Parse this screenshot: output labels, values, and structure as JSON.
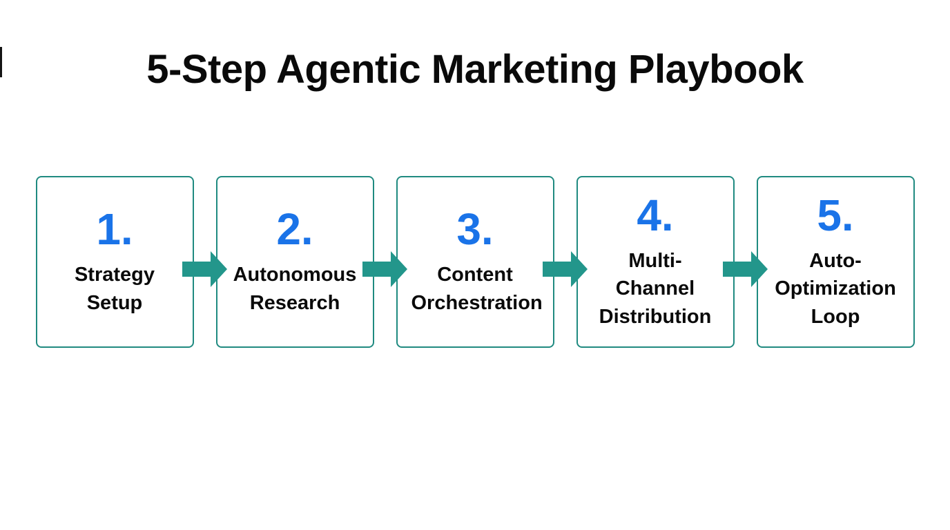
{
  "page": {
    "title": "5-Step Agentic Marketing Playbook"
  },
  "colors": {
    "background": "#ffffff",
    "box_border_teal": "#1f8a80",
    "arrow_teal": "#23968b",
    "step_number_blue": "#1a73e8",
    "text_black": "#0a0a0a"
  },
  "steps": [
    {
      "number": "1.",
      "label": "Strategy Setup"
    },
    {
      "number": "2.",
      "label": "Autonomous Research"
    },
    {
      "number": "3.",
      "label": "Content Orchestration"
    },
    {
      "number": "4.",
      "label": "Multi-Channel Distribution"
    },
    {
      "number": "5.",
      "label": "Auto-Optimization Loop"
    }
  ]
}
